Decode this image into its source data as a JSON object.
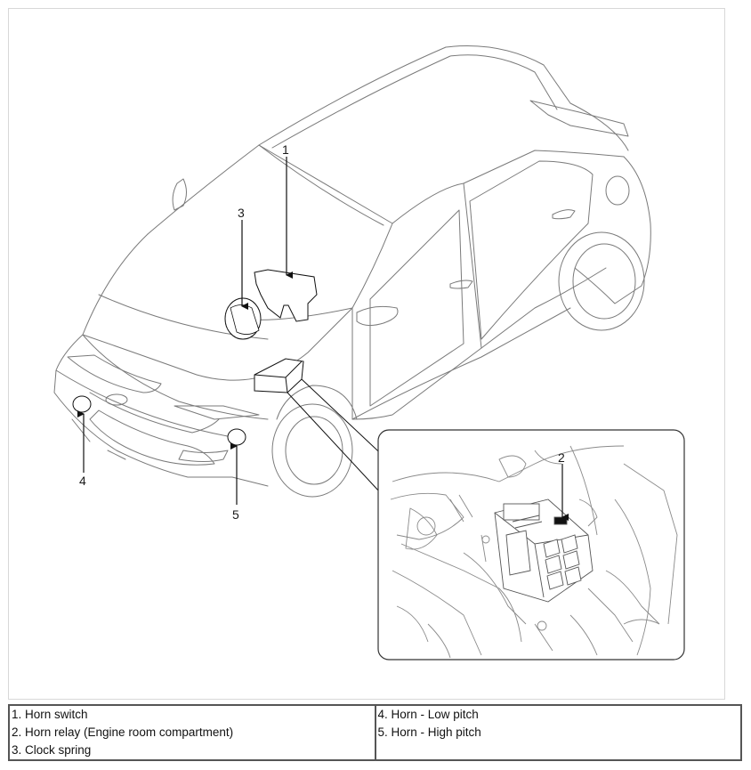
{
  "diagram": {
    "callouts": {
      "c1": "1",
      "c2": "2",
      "c3": "3",
      "c4": "4",
      "c5": "5"
    }
  },
  "legend": {
    "left": [
      "1. Horn switch",
      "2. Horn relay (Engine room compartment)",
      "3. Clock spring"
    ],
    "right": [
      "4. Horn - Low pitch",
      "5. Horn - High pitch"
    ]
  }
}
